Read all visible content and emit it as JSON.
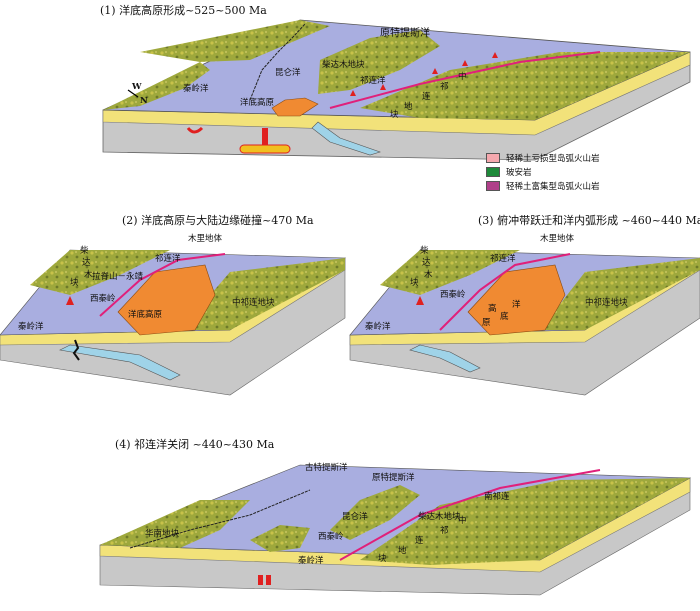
{
  "panels": {
    "p1": {
      "title": "(1) 洋底高原形成~525~500 Ma",
      "labels": {
        "ocean_top": "原特提斯洋",
        "kunlun": "昆仑洋",
        "qinling": "秦岭洋",
        "plateau": "洋底高原",
        "qaidam": "柴达木地块",
        "qilian": "祁连洋",
        "cq_chars": [
          "中",
          "祁",
          "连",
          "地",
          "块"
        ],
        "compass_w": "W",
        "compass_n": "N"
      }
    },
    "p2": {
      "title": "(2) 洋底高原与大陆边缘碰撞~470 Ma",
      "labels": {
        "muli": "木里地体",
        "qilian": "祁连洋",
        "chai": "柴",
        "da": "达",
        "mu": "木",
        "kuai": "块",
        "laji": "拉脊山－永靖",
        "xiqinling": "西秦岭",
        "plateau": "洋底高原",
        "zhongqilian": "中祁连地块",
        "qinling": "秦岭洋"
      }
    },
    "p3": {
      "title": "(3) 俯冲带跃迁和洋内弧形成 ~460~440 Ma",
      "labels": {
        "muli": "木里地体",
        "qilian": "祁连洋",
        "chai": "柴",
        "da": "达",
        "mu": "木",
        "kuai": "块",
        "xiqinling": "西秦岭",
        "plateau_chars": [
          "洋",
          "底",
          "高",
          "原"
        ],
        "zhongqilian": "中祁连地块",
        "qinling": "秦岭洋"
      }
    },
    "p4": {
      "title": "(4) 祁连洋关闭 ~440~430 Ma",
      "labels": {
        "paleo": "古特提斯洋",
        "proto": "原特提斯洋",
        "huanan": "华南地块",
        "kunlun": "昆仑洋",
        "xiqinling": "西秦岭",
        "qinling": "秦岭洋",
        "qaidam": "柴达木地块",
        "nanqilian": "南祁连",
        "cq_chars": [
          "中",
          "祁",
          "连",
          "地",
          "块"
        ]
      }
    }
  },
  "legend": [
    {
      "label": "轻稀土亏损型岛弧火山岩",
      "color": "#f5a8ae"
    },
    {
      "label": "玻安岩",
      "color": "#1e8a3a"
    },
    {
      "label": "轻稀土富集型岛弧火山岩",
      "color": "#b0408a"
    }
  ],
  "colors": {
    "ocean": "#a9aee0",
    "continent": "#9aa63a",
    "plateau": "#f08a32",
    "margin": "#f3e27a",
    "slab": "#9fd3e8",
    "mantle": "#c9c9c9",
    "arc": "#e0207a"
  }
}
